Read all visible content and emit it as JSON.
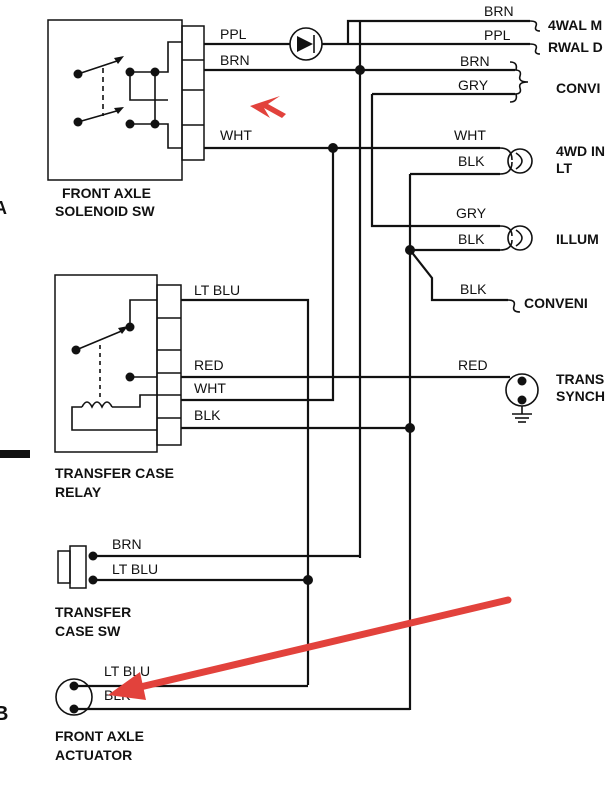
{
  "components": {
    "front_axle_solenoid_sw": [
      "FRONT AXLE",
      "SOLENOID SW"
    ],
    "transfer_case_relay": [
      "TRANSFER CASE",
      "RELAY"
    ],
    "transfer_case_sw": [
      "TRANSFER",
      "CASE SW"
    ],
    "front_axle_actuator": [
      "FRONT AXLE",
      "ACTUATOR"
    ]
  },
  "wires": {
    "sol_ppl": "PPL",
    "sol_brn": "BRN",
    "sol_wht": "WHT",
    "top_brn": "BRN",
    "top_ppl": "PPL",
    "right_brn": "BRN",
    "right_gry": "GRY",
    "right_wht": "WHT",
    "right_blk": "BLK",
    "mid_gry": "GRY",
    "mid_blk": "BLK",
    "conv_blk": "BLK",
    "relay_ltblu": "LT BLU",
    "relay_red": "RED",
    "relay_wht": "WHT",
    "relay_blk": "BLK",
    "right_red": "RED",
    "sw_brn": "BRN",
    "sw_ltblu": "LT BLU",
    "act_ltblu": "LT BLU",
    "act_blk": "BLK"
  },
  "right_labels": {
    "m4wal": "4WAL M",
    "rwal": "RWAL D",
    "conv1": "CONVI",
    "ind_4wd": "4WD IN",
    "ind_lt": "LT",
    "illum": "ILLUM",
    "conv2": "CONVENI",
    "trans": "TRANS",
    "synch": "SYNCH"
  },
  "margin_letters": {
    "a": "A",
    "b": "B"
  },
  "annotation_color": "#e2423c"
}
